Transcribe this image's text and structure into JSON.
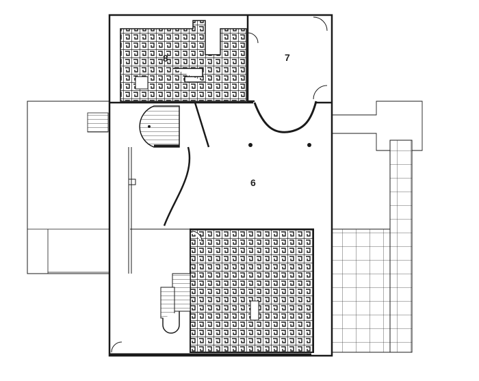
{
  "plan": {
    "rooms": [
      {
        "id": "room-8",
        "label": "8"
      },
      {
        "id": "room-7",
        "label": "7"
      },
      {
        "id": "room-6",
        "label": "6"
      }
    ],
    "colors": {
      "ink": "#1a1a1a",
      "paper": "#ffffff"
    }
  }
}
